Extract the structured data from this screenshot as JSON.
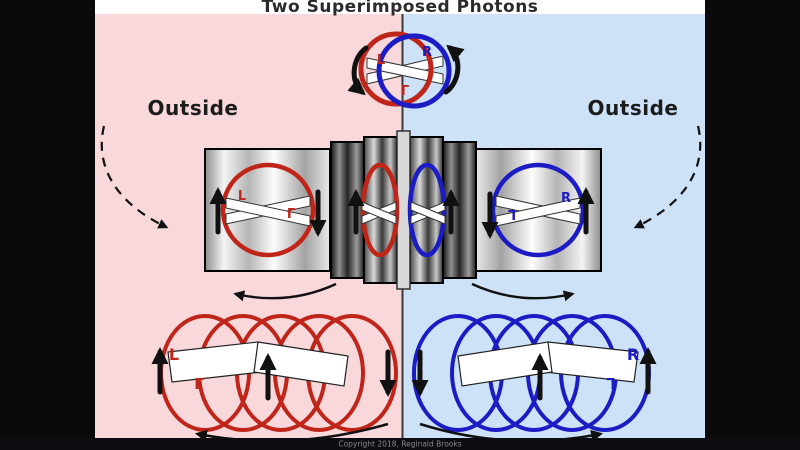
{
  "title": "Two Superimposed Photons",
  "outside": {
    "left": "Outside",
    "right": "Outside"
  },
  "letters": {
    "L": "L",
    "R": "R",
    "gamma": "Γ"
  },
  "footer": {
    "copyright": "Copyright 2018, Reginald Brooks"
  },
  "colors": {
    "left_field_bg": "#f8d8da",
    "right_field_bg": "#cde2f7",
    "photon_red": "#c0251a",
    "photon_blue": "#1c1cc4",
    "arrow_black": "#111111",
    "frame_black": "#000000",
    "copyright_gray": "#8a8a8a"
  }
}
